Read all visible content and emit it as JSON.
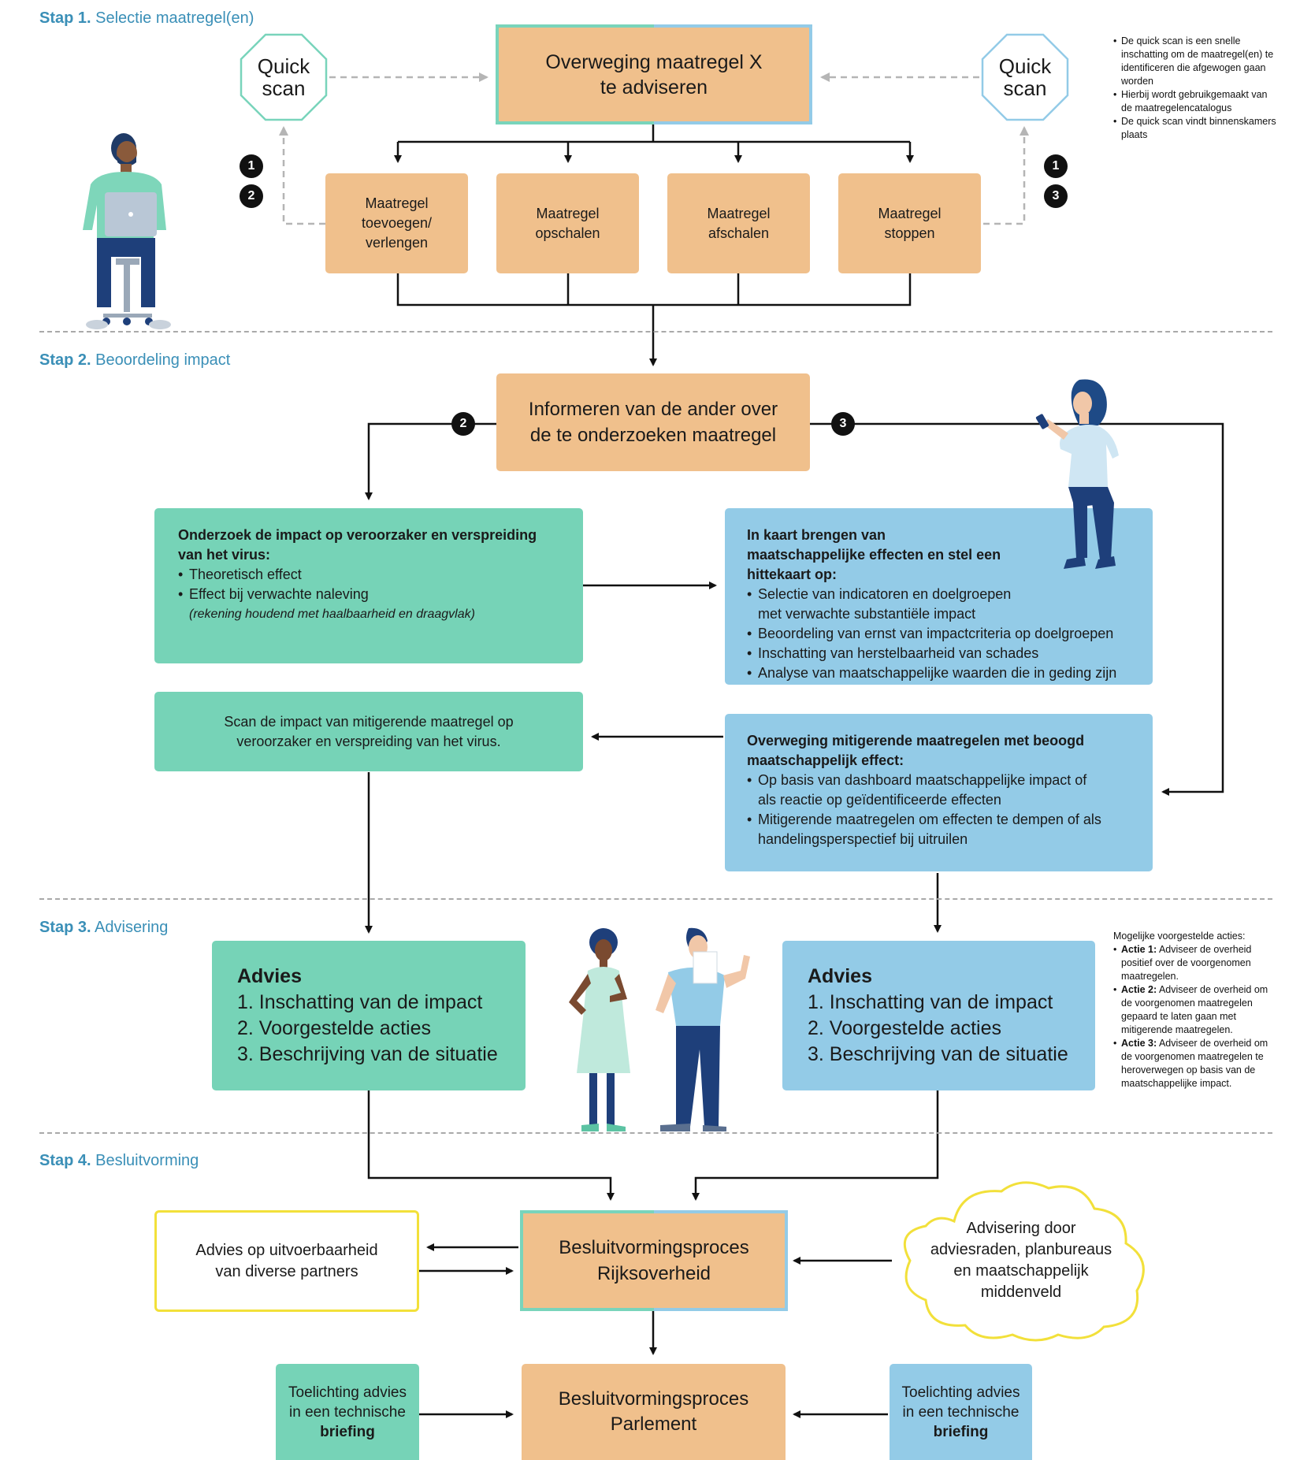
{
  "steps": {
    "step1": {
      "num": "Stap 1.",
      "title": "Selectie maatregel(en)"
    },
    "step2": {
      "num": "Stap 2.",
      "title": "Beoordeling impact"
    },
    "step3": {
      "num": "Stap 3.",
      "title": "Advisering"
    },
    "step4": {
      "num": "Stap 4.",
      "title": "Besluitvorming"
    }
  },
  "stage1": {
    "quick_scan_left": [
      "Quick",
      "scan"
    ],
    "quick_scan_right": [
      "Quick",
      "scan"
    ],
    "main_box": [
      "Overweging maatregel X",
      "te adviseren"
    ],
    "options": [
      [
        "Maatregel",
        "toevoegen/",
        "verlengen"
      ],
      [
        "Maatregel",
        "opschalen"
      ],
      [
        "Maatregel",
        "afschalen"
      ],
      [
        "Maatregel",
        "stoppen"
      ]
    ],
    "badges_left": [
      "1",
      "2"
    ],
    "badges_right": [
      "1",
      "3"
    ],
    "note": [
      "De quick scan is een snelle inschatting om de maatregel(en) te identificeren die afgewogen gaan worden",
      "Hierbij wordt gebruikgemaakt van de maatregelencatalogus",
      "De quick scan vindt binnenskamers plaats"
    ]
  },
  "stage2": {
    "inform_box": [
      "Informeren van de ander over",
      "de te onderzoeken maatregel"
    ],
    "badge_left": "2",
    "badge_right": "3",
    "green_box": {
      "title": "Onderzoek de impact op veroorzaker en verspreiding van het virus:",
      "bullets": [
        "Theoretisch effect",
        "Effect bij verwachte naleving"
      ],
      "note": "(rekening houdend met haalbaarheid en draagvlak)"
    },
    "blue_box": {
      "title": "In kaart brengen van maatschappelijke effecten en stel een hittekaart op:",
      "bullets": [
        "Selectie van indicatoren en doelgroepen met verwachte substantiële impact",
        "Beoordeling van ernst van impactcriteria op doelgroepen",
        "Inschatting van herstelbaarheid van schades",
        "Analyse van maatschappelijke waarden die in geding zijn"
      ]
    },
    "green_scan": [
      "Scan de impact van mitigerende maatregel op",
      "veroorzaker en verspreiding van het virus."
    ],
    "blue_mitigation": {
      "title": "Overweging mitigerende maatregelen met beoogd maatschappelijk effect:",
      "bullets": [
        "Op basis van dashboard maatschappelijke impact of als reactie op geïdentificeerde effecten",
        "Mitigerende maatregelen om effecten te dempen of als handelingsperspectief bij uitruilen"
      ]
    }
  },
  "stage3": {
    "advice_title": "Advies",
    "advice_items": [
      "1. Inschatting van de impact",
      "2. Voorgestelde acties",
      "3. Beschrijving van de situatie"
    ],
    "note_title": "Mogelijke voorgestelde acties:",
    "note_items": [
      {
        "label": "Actie 1:",
        "text": " Adviseer de overheid positief over de voorgenomen maatregelen."
      },
      {
        "label": "Actie 2:",
        "text": " Adviseer de overheid om de voorgenomen maat­regelen gepaard te laten gaan met mitigerende maatregelen."
      },
      {
        "label": "Actie 3:",
        "text": " Adviseer de overheid om de voorgenomen maat­regelen te heroverwegen op basis van de maatschappelijke impact."
      }
    ]
  },
  "stage4": {
    "rijk_box": [
      "Besluitvormingsproces",
      "Rijksoverheid"
    ],
    "parlement_box": [
      "Besluitvormingsproces",
      "Parlement"
    ],
    "partners_box": [
      "Advies op uitvoerbaarheid",
      "van diverse partners"
    ],
    "cloud": [
      "Advisering door",
      "adviesraden, planbureaus",
      "en maatschappelijk",
      "middenveld"
    ],
    "briefing": {
      "line1": "Toelichting advies",
      "line2": "in een technische",
      "line3": "briefing"
    }
  },
  "colors": {
    "orange": "#f0c08c",
    "green": "#76d3b7",
    "blue": "#93cbe7",
    "step_blue": "#3a8fb7",
    "cloud_yellow": "#f2e03a"
  }
}
